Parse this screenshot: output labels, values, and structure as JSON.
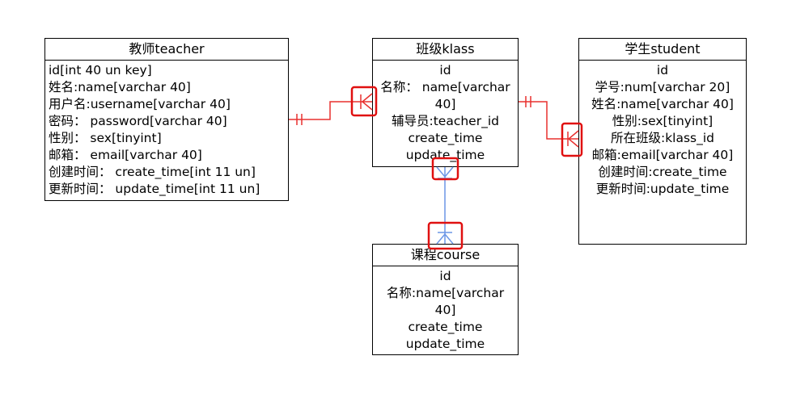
{
  "entities": {
    "teacher": {
      "title": "教师teacher",
      "fields": [
        "id[int 40 un key]",
        "姓名:name[varchar 40]",
        "用户名:username[varchar 40]",
        "密码： password[varchar 40]",
        "性别： sex[tinyint]",
        "邮箱： email[varchar 40]",
        "创建时间： create_time[int 11 un]",
        "更新时间： update_time[int 11 un]"
      ]
    },
    "klass": {
      "title": "班级klass",
      "fields": [
        "id",
        "名称： name[varchar 40]",
        "辅导员:teacher_id",
        "create_time",
        "update_time"
      ]
    },
    "student": {
      "title": "学生student",
      "fields": [
        "id",
        "学号:num[varchar 20]",
        "姓名:name[varchar 40]",
        "性别:sex[tinyint]",
        "所在班级:klass_id",
        "邮箱:email[varchar 40]",
        "创建时间:create_time",
        "更新时间:update_time"
      ]
    },
    "course": {
      "title": "课程course",
      "fields": [
        "id",
        "名称:name[varchar 40]",
        "create_time",
        "update_time"
      ]
    }
  },
  "colors": {
    "red_line": "#e8312f",
    "blue_line": "#6b96e6",
    "highlight": "#e01010"
  }
}
